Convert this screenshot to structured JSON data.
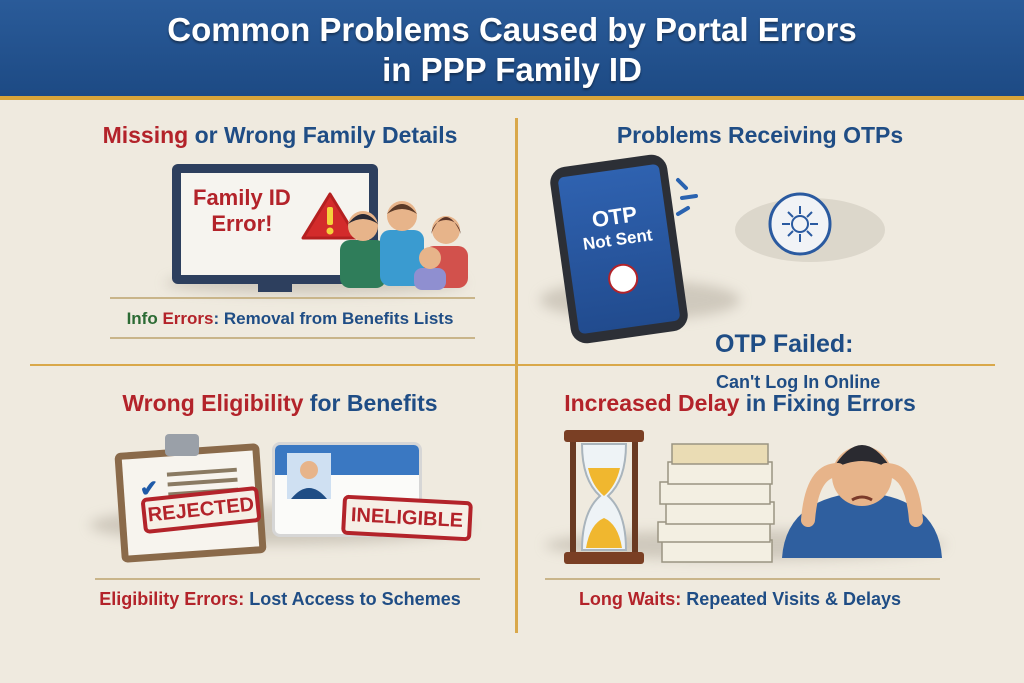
{
  "header": {
    "title_line1": "Common Problems Caused by Portal Errors",
    "title_line2": "in PPP Family ID"
  },
  "q1": {
    "title_part1": "Missing",
    "title_part2": " or Wrong Family Details",
    "screen_line1": "Family ID",
    "screen_line2": "Error!",
    "caption_part1": "Info ",
    "caption_part2": "Errors",
    "caption_part3": ": Removal from Benefits Lists"
  },
  "q2": {
    "title": "Problems Receiving OTPs",
    "phone_line1": "OTP",
    "phone_line2": "Not Sent",
    "status_title": "OTP Failed:",
    "status_sub": "Can't Log In Online"
  },
  "q3": {
    "title_part1": "Wrong Eligibility",
    "title_part2": " for Benefits",
    "stamp1": "REJECTED",
    "stamp2": "INELIGIBLE",
    "caption_part1": "Eligibility Errors:",
    "caption_part2": " Lost Access to Schemes"
  },
  "q4": {
    "title_part1": "Increased Delay",
    "title_part2": " in Fixing Errors",
    "caption_part1": "Long Waits:",
    "caption_part2": " Repeated Visits & Delays"
  },
  "colors": {
    "header": "#1f4d87",
    "accent_gold": "#d9a84a",
    "red": "#b3232a",
    "blue": "#1f4d85",
    "green": "#2c6b34"
  }
}
